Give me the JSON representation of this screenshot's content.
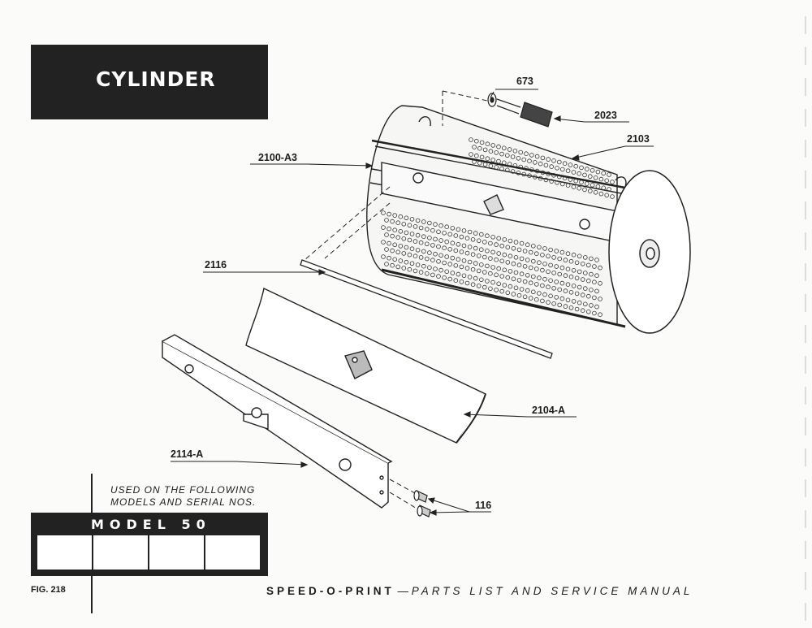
{
  "title": "CYLINDER",
  "parts": {
    "p673": "673",
    "p2023": "2023",
    "p2103": "2103",
    "p2100a3": "2100-A3",
    "p2116": "2116",
    "p2104a": "2104-A",
    "p2114a": "2114-A",
    "p116": "116"
  },
  "used_on": {
    "line1": "USED ON THE FOLLOWING",
    "line2": "MODELS AND SERIAL NOS."
  },
  "model": "MODEL 50",
  "fig": "FIG. 218",
  "footer": {
    "brand": "SPEED-O-PRINT",
    "dash": " — ",
    "subtitle": "PARTS LIST AND SERVICE MANUAL"
  }
}
